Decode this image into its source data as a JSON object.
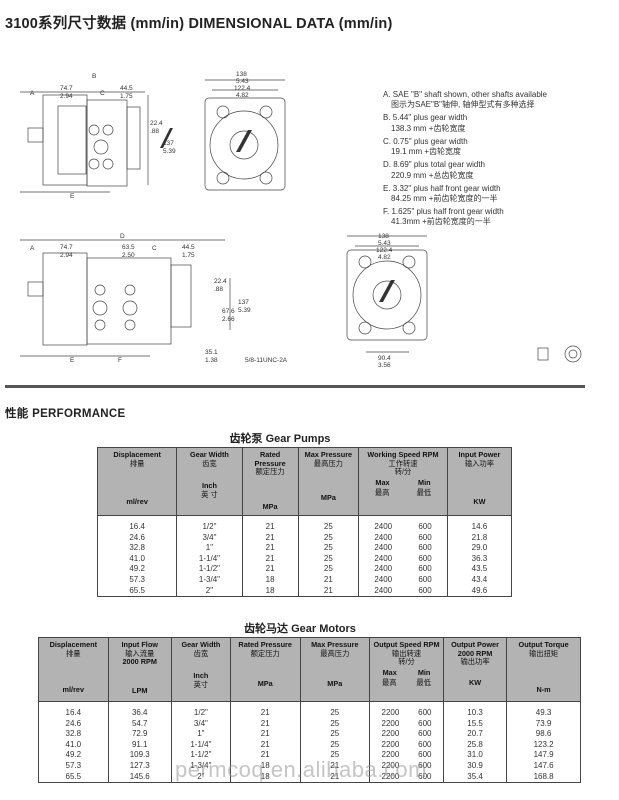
{
  "header": {
    "title": "3100系列尺寸数据 (mm/in) DIMENSIONAL DATA (mm/in)"
  },
  "drawing": {
    "top": {
      "a_label": "A",
      "b_label": "B",
      "c_label": "C",
      "e_label": "E",
      "d1": "74.7",
      "d1b": "2.94",
      "d2": "44.5",
      "d2b": "1.75",
      "d3": "22.4",
      "d3b": ".88",
      "d4": "137",
      "d4b": "5.39",
      "f1": "138",
      "f1b": "5.43",
      "f2": "122.4",
      "f2b": "4.82"
    },
    "bottom": {
      "a_label": "A",
      "d_label": "D",
      "c_label": "C",
      "e_label": "E",
      "f_label": "F",
      "d1": "74.7",
      "d1b": "2.94",
      "d5": "63.5",
      "d5b": "2.50",
      "d2": "44.5",
      "d2b": "1.75",
      "d3": "22.4",
      "d3b": ".88",
      "d4": "137",
      "d4b": "5.39",
      "d6": "67.6",
      "d6b": "2.66",
      "d7": "35.1",
      "d7b": "1.38",
      "thread": "5/8-11UNC-2A",
      "f1": "138",
      "f1b": "5.43",
      "f2": "122.4",
      "f2b": "4.82",
      "f3": "90.4",
      "f3b": "3.56"
    }
  },
  "notes": [
    {
      "en": "A. SAE \"B\" shaft shown, other shafts available",
      "cn": "图示为SAE\"B\"轴伸, 轴伸型式有多种选择"
    },
    {
      "en": "B. 5.44\" plus gear width",
      "cn": "138.3 mm +齿轮宽度"
    },
    {
      "en": "C. 0.75\" plus gear width",
      "cn": "19.1 mm +齿轮宽度"
    },
    {
      "en": "D. 8.69\" plus total gear width",
      "cn": "220.9 mm +总齿轮宽度"
    },
    {
      "en": "E. 3.32\" plus half front gear width",
      "cn": "84.25 mm +前齿轮宽度的一半"
    },
    {
      "en": "F. 1.625\" plus half front gear width",
      "cn": "41.3mm +前齿轮宽度的一半"
    }
  ],
  "performance": {
    "label": "性能  PERFORMANCE"
  },
  "pumps": {
    "title": "齿轮泵 Gear Pumps",
    "h": {
      "disp": "Displacement",
      "disp_cn": "排量",
      "disp_u": "ml/rev",
      "gw": "Gear Width",
      "gw_cn": "齿宽",
      "gw_u": "Inch",
      "gw_u2": "英 寸",
      "rp": "Rated Pressure",
      "rp_cn": "额定压力",
      "rp_u": "MPa",
      "mp": "Max Pressure",
      "mp_cn": "最高压力",
      "mp_u": "MPa",
      "ws": "Working Speed RPM",
      "ws_cn": "工作转速",
      "ws_cn2": "转/分",
      "max": "Max",
      "max_cn": "最高",
      "min": "Min",
      "min_cn": "最低",
      "ip": "Input Power",
      "ip_cn": "输入功率",
      "ip_u": "KW"
    },
    "rows": [
      [
        "16.4",
        "1/2\"",
        "21",
        "25",
        "2400",
        "600",
        "14.6"
      ],
      [
        "24.6",
        "3/4\"",
        "21",
        "25",
        "2400",
        "600",
        "21.8"
      ],
      [
        "32.8",
        "1\"",
        "21",
        "25",
        "2400",
        "600",
        "29.0"
      ],
      [
        "41.0",
        "1-1/4\"",
        "21",
        "25",
        "2400",
        "600",
        "36.3"
      ],
      [
        "49.2",
        "1-1/2\"",
        "21",
        "25",
        "2400",
        "600",
        "43.5"
      ],
      [
        "57.3",
        "1-3/4\"",
        "18",
        "21",
        "2400",
        "600",
        "43.4"
      ],
      [
        "65.5",
        "2\"",
        "18",
        "21",
        "2400",
        "600",
        "49.6"
      ]
    ]
  },
  "motors": {
    "title": "齿轮马达 Gear Motors",
    "h": {
      "disp": "Displacement",
      "disp_cn": "排量",
      "disp_u": "ml/rev",
      "if": "Input Flow",
      "if_cn": "输入流量",
      "if_rpm": "2000 RPM",
      "if_u": "LPM",
      "gw": "Gear Width",
      "gw_cn": "齿宽",
      "gw_u": "Inch",
      "gw_u2": "英寸",
      "rp": "Rated Pressure",
      "rp_cn": "额定压力",
      "rp_u": "MPa",
      "mp": "Max Pressure",
      "mp_cn": "最高压力",
      "mp_u": "MPa",
      "os": "Output Speed RPM",
      "os_cn": "输出转速",
      "os_cn2": "转/分",
      "max": "Max",
      "max_cn": "最高",
      "min": "Min",
      "min_cn": "最低",
      "op": "Output Power",
      "op_rpm": "2000 RPM",
      "op_cn": "输出功率",
      "op_u": "KW",
      "ot": "Output Torque",
      "ot_cn": "输出扭矩",
      "ot_u": "N-m"
    },
    "rows": [
      [
        "16.4",
        "36.4",
        "1/2\"",
        "21",
        "25",
        "2200",
        "600",
        "10.3",
        "49.3"
      ],
      [
        "24.6",
        "54.7",
        "3/4\"",
        "21",
        "25",
        "2200",
        "600",
        "15.5",
        "73.9"
      ],
      [
        "32.8",
        "72.9",
        "1\"",
        "21",
        "25",
        "2200",
        "600",
        "20.7",
        "98.6"
      ],
      [
        "41.0",
        "91.1",
        "1-1/4\"",
        "21",
        "25",
        "2200",
        "600",
        "25.8",
        "123.2"
      ],
      [
        "49.2",
        "109.3",
        "1-1/2\"",
        "21",
        "25",
        "2200",
        "600",
        "31.0",
        "147.9"
      ],
      [
        "57.3",
        "127.3",
        "1-3/4\"",
        "18",
        "21",
        "2200",
        "600",
        "30.9",
        "147.6"
      ],
      [
        "65.5",
        "145.6",
        "2\"",
        "18",
        "21",
        "2200",
        "600",
        "35.4",
        "168.8"
      ]
    ]
  },
  "watermark": "permcoq.en.alibaba.com"
}
